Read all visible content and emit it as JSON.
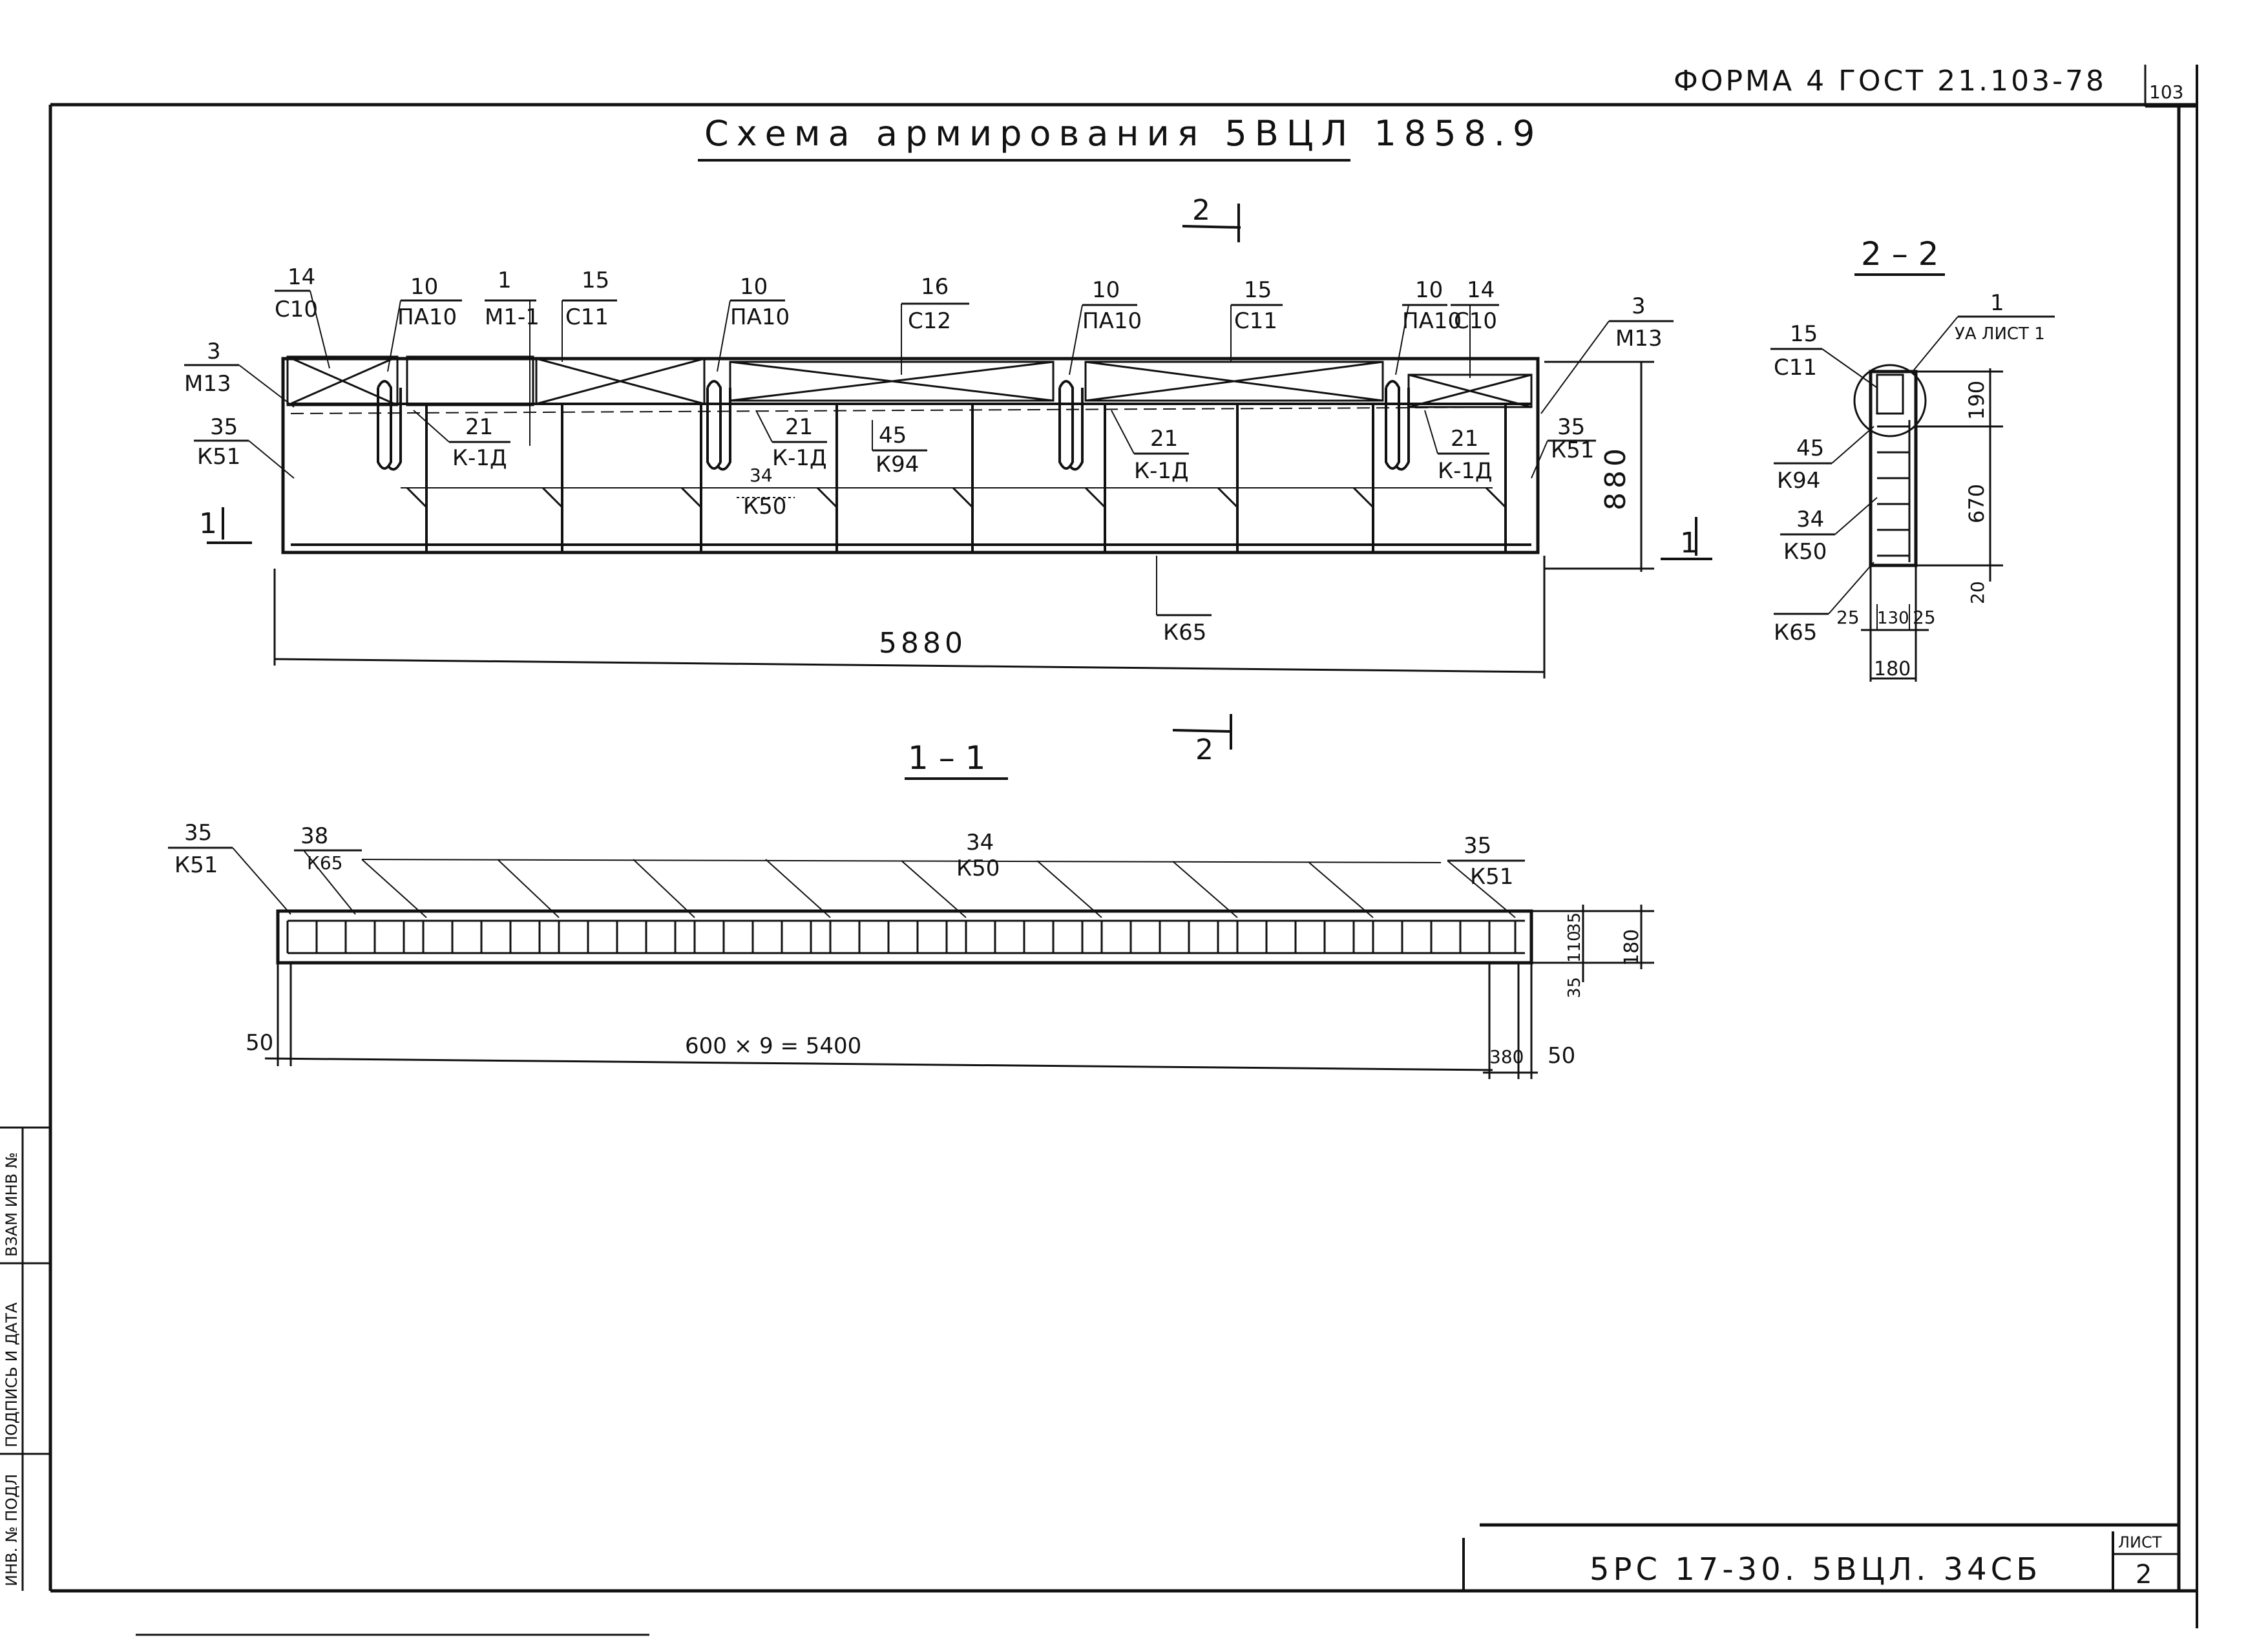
{
  "header": {
    "form_note": "ФОРМА 4  ГОСТ 21.103-78",
    "corner_number": "103"
  },
  "title": "Схема  армирования  5ВЦЛ 1858.9",
  "elevation": {
    "dim_length": "5880",
    "dim_height": "880",
    "section_marks": [
      "2",
      "2",
      "1",
      "1"
    ],
    "callouts": [
      {
        "num": "14",
        "code": "С10"
      },
      {
        "num": "10",
        "code": "ПА10"
      },
      {
        "num": "1",
        "code": "М1-1"
      },
      {
        "num": "15",
        "code": "С11"
      },
      {
        "num": "10",
        "code": "ПА10"
      },
      {
        "num": "16",
        "code": "С12"
      },
      {
        "num": "10",
        "code": "ПА10"
      },
      {
        "num": "15",
        "code": "С11"
      },
      {
        "num": "10",
        "code": "ПА10"
      },
      {
        "num": "14",
        "code": "С10"
      },
      {
        "num": "3",
        "code": "М13"
      },
      {
        "num": "3",
        "code": "М13"
      },
      {
        "num": "35",
        "code": "К51"
      },
      {
        "num": "35",
        "code": "К51"
      },
      {
        "num": "21",
        "code": "К-1Д"
      },
      {
        "num": "21",
        "code": "К-1Д"
      },
      {
        "num": "21",
        "code": "К-1Д"
      },
      {
        "num": "21",
        "code": "К-1Д"
      },
      {
        "num": "45",
        "code": "К94"
      },
      {
        "num": "34",
        "code": "К50"
      },
      {
        "num": "",
        "code": "К65"
      }
    ]
  },
  "section_2_2": {
    "title": "2 – 2",
    "sheet_ref": "1",
    "sheet_ref_label": "УА ЛИСТ 1",
    "callouts": [
      {
        "num": "15",
        "code": "С11"
      },
      {
        "num": "45",
        "code": "К94"
      },
      {
        "num": "34",
        "code": "К50"
      },
      {
        "num": "",
        "code": "К65"
      }
    ],
    "dims_vertical": [
      "190",
      "670",
      "20"
    ],
    "dims_horizontal": [
      "25",
      "130",
      "25"
    ],
    "dim_total_width": "180"
  },
  "section_1_1": {
    "title": "1 – 1",
    "callouts": [
      {
        "num": "35",
        "code": "К51"
      },
      {
        "num": "38",
        "code": "К65"
      },
      {
        "num": "34",
        "code": "К50"
      },
      {
        "num": "35",
        "code": "К51"
      }
    ],
    "dim_left": "50",
    "dim_main": "600 × 9 = 5400",
    "dim_end": "380",
    "dim_right": "50",
    "dims_vertical": [
      "35",
      "110",
      "35"
    ],
    "dim_height": "180"
  },
  "side_stamp": {
    "field1": "ИНВ. № ПОДЛ",
    "field2": "ПОДПИСЬ И ДАТА",
    "field3": "ВЗАМ ИНВ №"
  },
  "title_block": {
    "designation": "5РС 17-30. 5ВЦЛ. 34СБ",
    "sheet_label": "ЛИСТ",
    "sheet_number": "2"
  }
}
